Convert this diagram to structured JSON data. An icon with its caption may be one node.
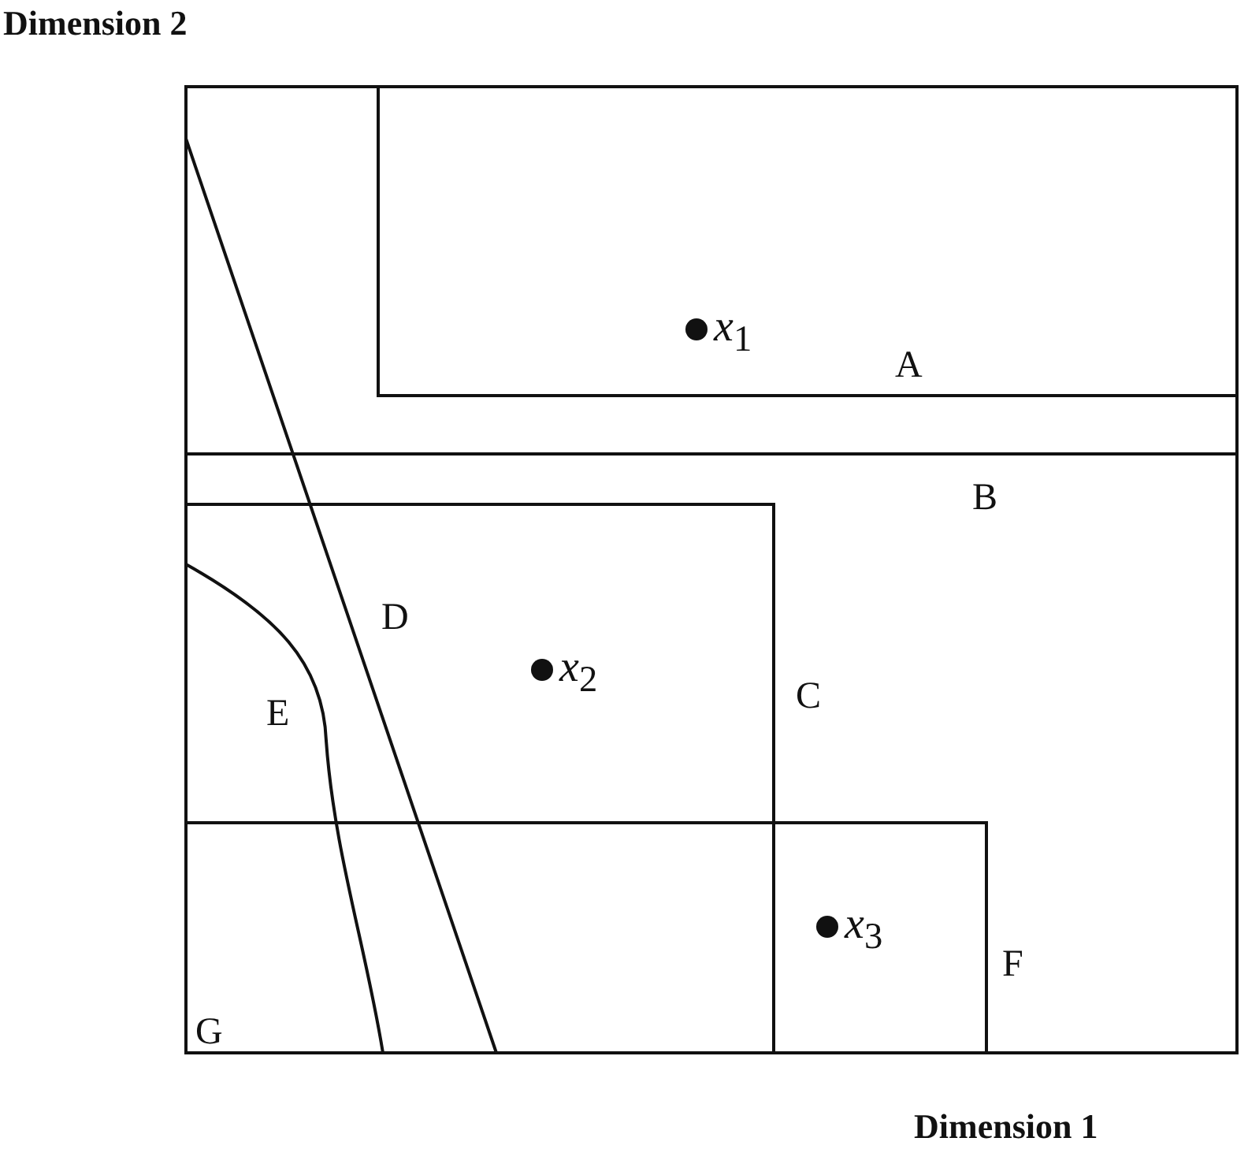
{
  "diagram": {
    "labels": [
      "Dimension 2",
      "*x*$_{1}$",
      "A",
      "B",
      "D",
      "*x*$_{2}$",
      "C",
      "E",
      "*x*$_{3}$",
      "F",
      "G",
      "Dimension 1"
    ]
  }
}
